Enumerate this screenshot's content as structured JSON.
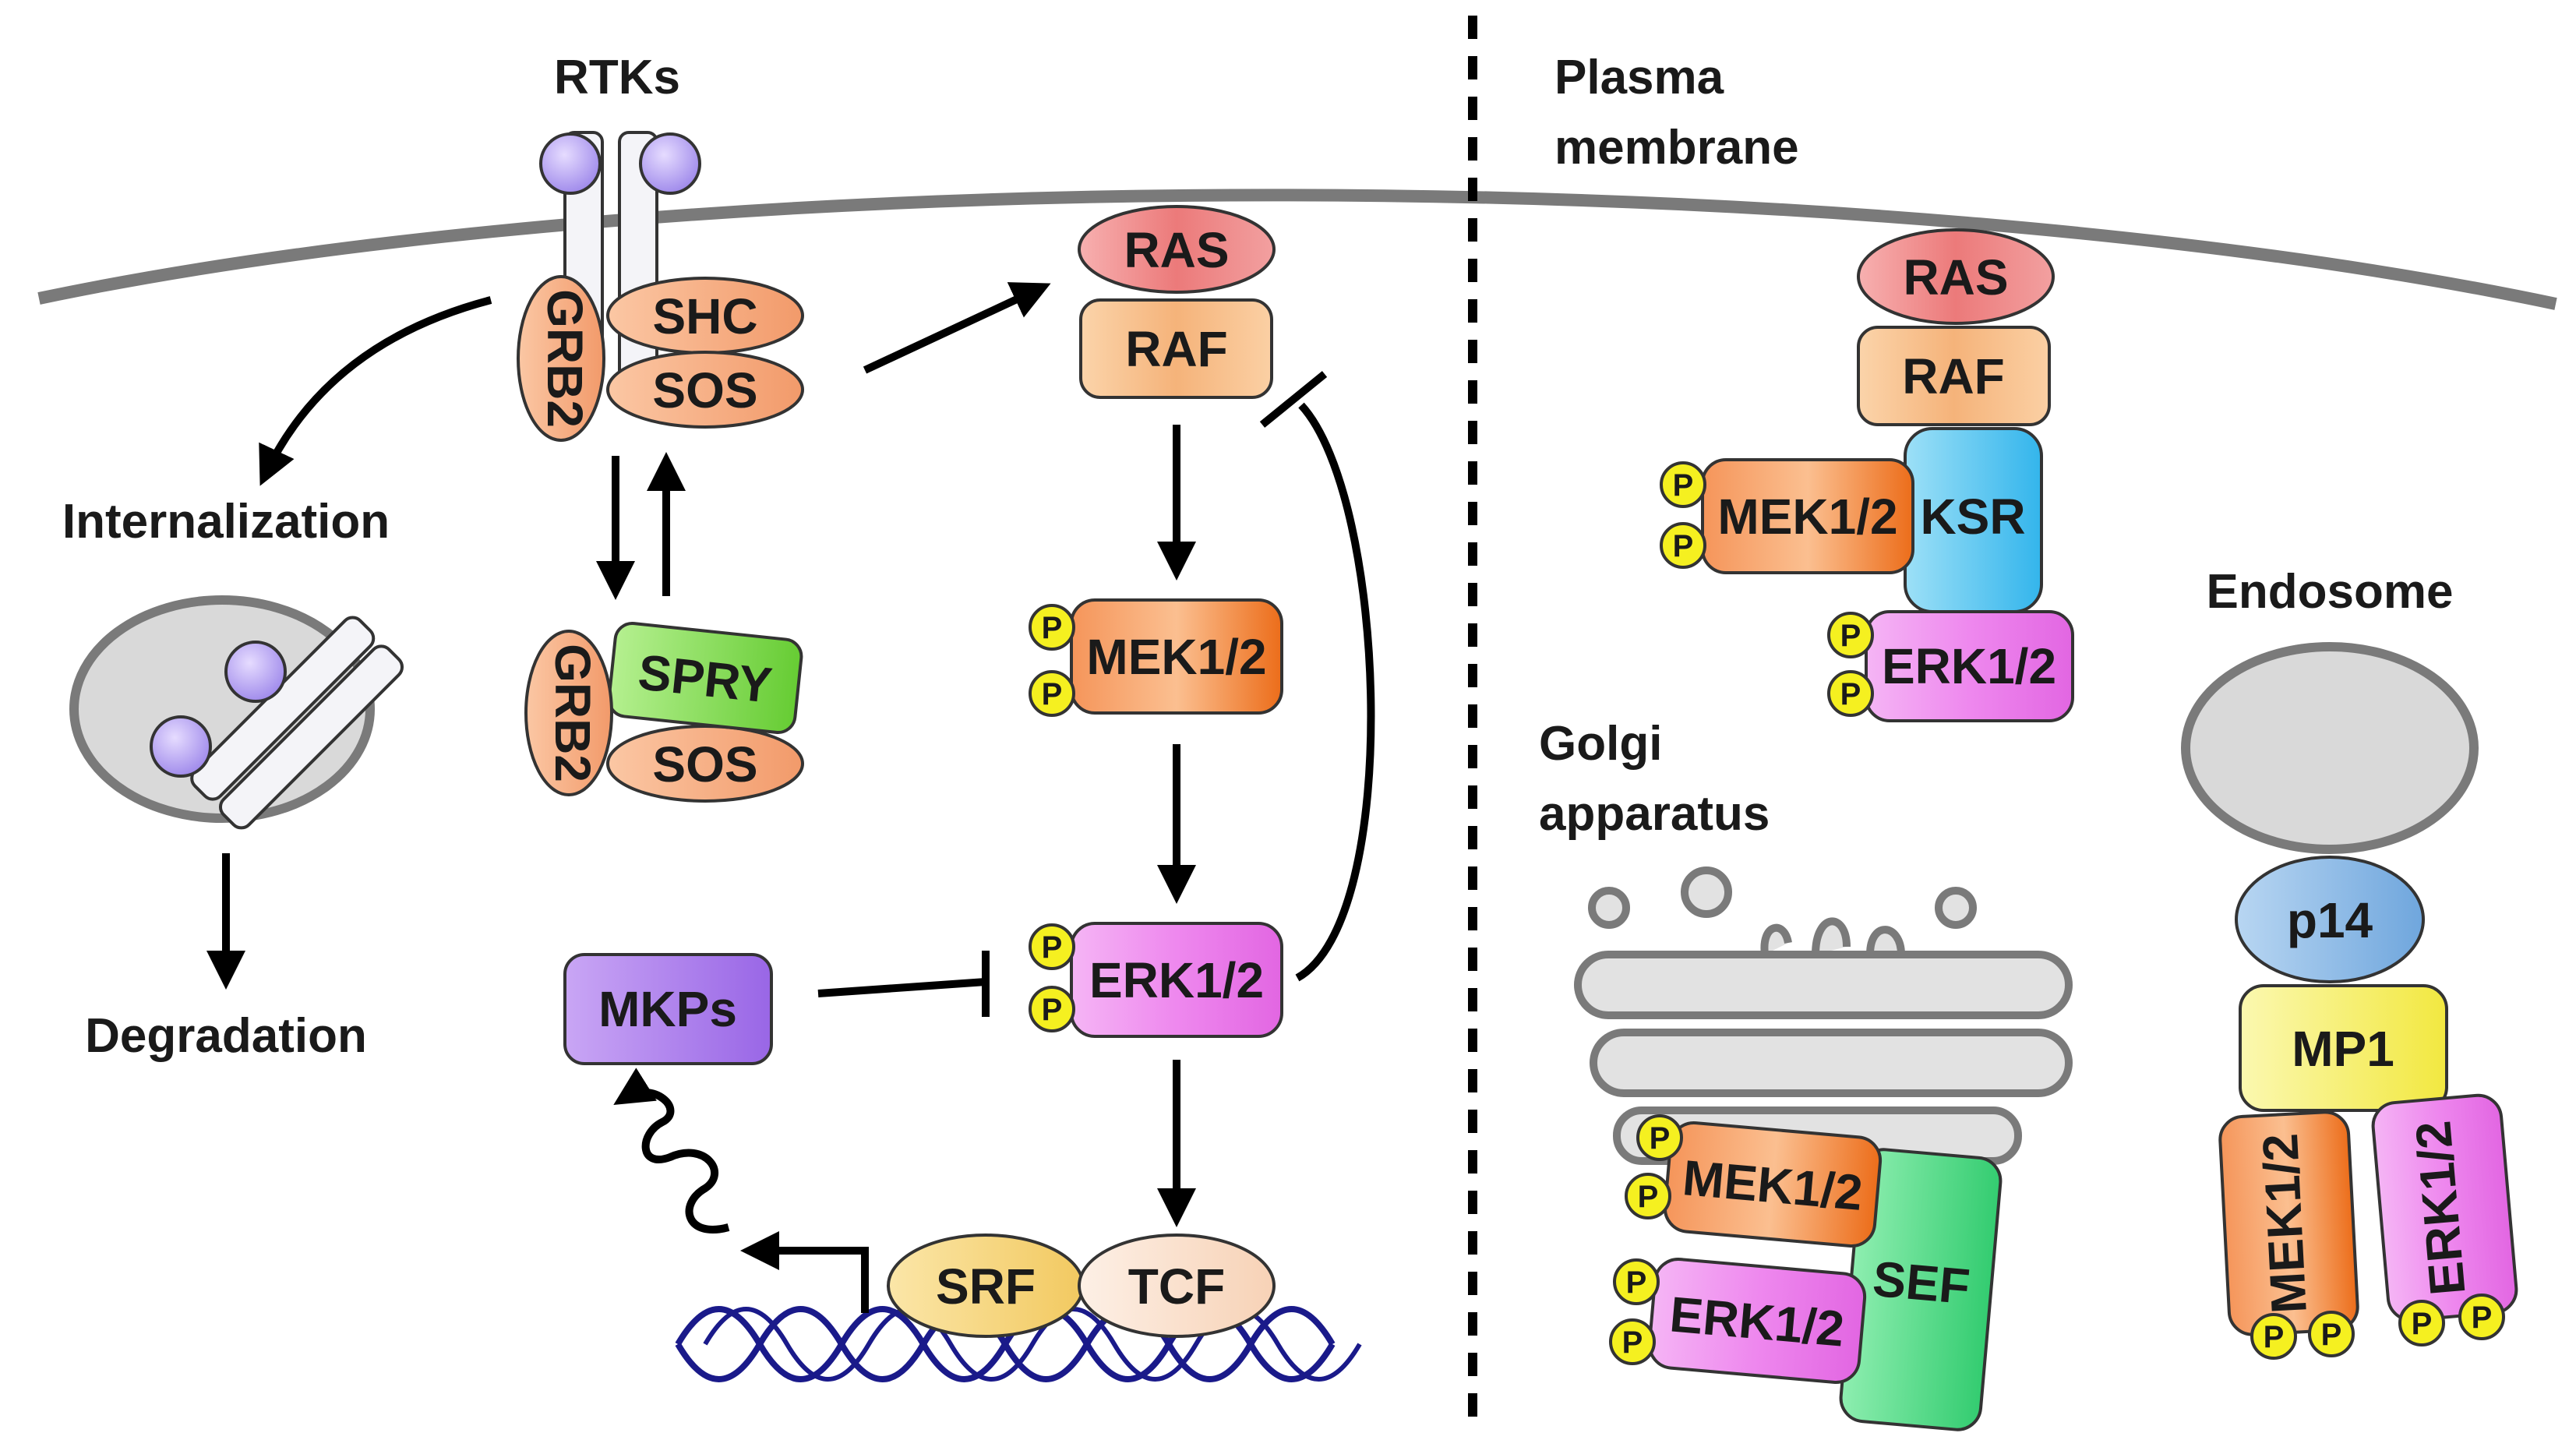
{
  "labels": {
    "rtks": "RTKs",
    "plasma_membrane_line1": "Plasma",
    "plasma_membrane_line2": "membrane",
    "internalization": "Internalization",
    "degradation": "Degradation",
    "endosome": "Endosome",
    "golgi_line1": "Golgi",
    "golgi_line2": "apparatus"
  },
  "proteins": {
    "grb2": "GRB2",
    "shc": "SHC",
    "sos": "SOS",
    "spry": "SPRY",
    "ras": "RAS",
    "raf": "RAF",
    "mek": "MEK1/2",
    "erk": "ERK1/2",
    "mkps": "MKPs",
    "srf": "SRF",
    "tcf": "TCF",
    "ksr": "KSR",
    "sef": "SEF",
    "p14": "p14",
    "mp1": "MP1",
    "phospho": "P"
  },
  "colors": {
    "membrane": "#7a7a7a",
    "organelle_fill": "#d9d9d9",
    "ras": "#ee7a7a",
    "raf": "#f7b87a",
    "mek": "#f07a2a",
    "erk": "#ee88ee",
    "grb2_sos_shc": "#f5a57a",
    "spry": "#88e055",
    "mkps": "#a36be8",
    "srf": "#f5d77a",
    "tcf": "#fbe0cc",
    "ksr": "#55c8f0",
    "sef": "#55dd88",
    "p14": "#88bbe8",
    "mp1": "#f7f075",
    "phospho": "#f5f020",
    "receptor_ligand": "#b8a8f0",
    "dna": "#1a1a8a"
  }
}
